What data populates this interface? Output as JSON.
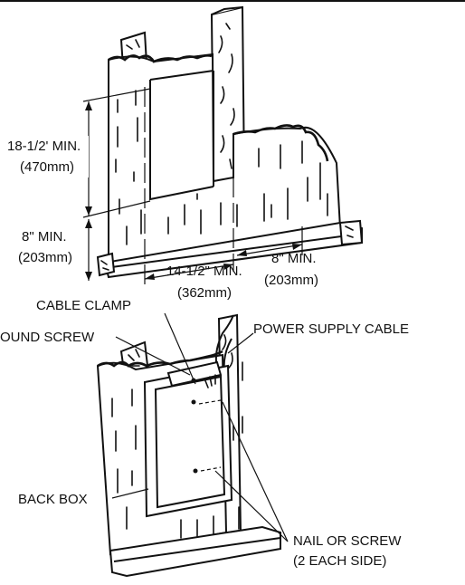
{
  "dimensions": {
    "box_height": "18-1/2' MIN.",
    "box_height_metric": "(470mm)",
    "floor_clearance": "8\" MIN.",
    "floor_clearance_metric": "(203mm)",
    "box_width": "14-1/2\" MIN.",
    "box_width_metric": "(362mm)",
    "side_clearance": "8\" MIN.",
    "side_clearance_metric": "(203mm)"
  },
  "callouts": {
    "cable_clamp": "CABLE CLAMP",
    "ground_screw": "OUND SCREW",
    "power_supply_cable": "POWER SUPPLY CABLE",
    "back_box": "BACK BOX",
    "nail_or_screw": "NAIL OR SCREW",
    "nail_or_screw_note": "(2 EACH SIDE)"
  }
}
